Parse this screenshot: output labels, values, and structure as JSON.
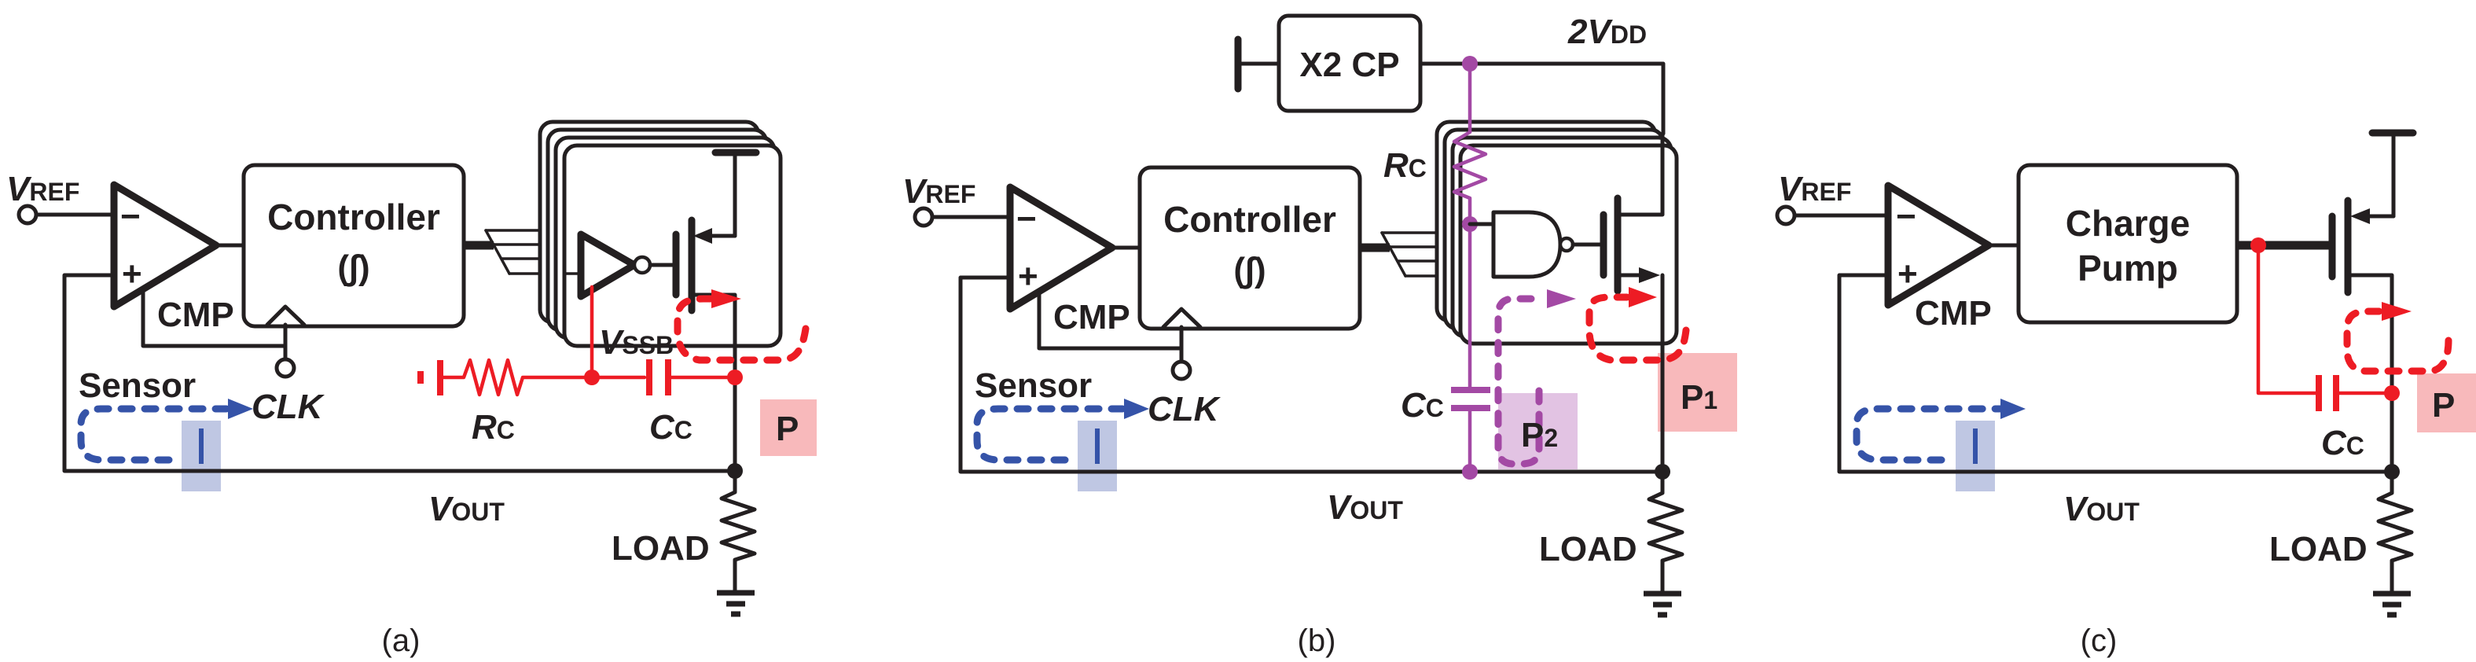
{
  "figure": {
    "colors": {
      "wire": "#231f20",
      "path_p": "#ed1c24",
      "path_p_fill": "#f8b9bb",
      "path_p2": "#a349a4",
      "path_p2_fill": "#e2c3e3",
      "path_i": "#3553a8",
      "path_i_fill": "#bfc7e3"
    },
    "panels": [
      {
        "caption": "(a)",
        "vref": {
          "main": "V",
          "sub": "REF"
        },
        "comparator": {
          "label": "CMP",
          "minus": "−",
          "plus": "+"
        },
        "controller": {
          "title": "Controller",
          "subtitle": "(∫)"
        },
        "clk": "CLK",
        "sensor": "Sensor",
        "vout": {
          "main": "V",
          "sub": "OUT"
        },
        "load": "LOAD",
        "vssb": {
          "main": "V",
          "sub": "SSB"
        },
        "rc": {
          "main": "R",
          "sub": "C"
        },
        "cc": {
          "main": "C",
          "sub": "C"
        },
        "pole_p": "P",
        "pole_i": "I"
      },
      {
        "caption": "(b)",
        "vref": {
          "main": "V",
          "sub": "REF"
        },
        "comparator": {
          "label": "CMP",
          "minus": "−",
          "plus": "+"
        },
        "controller": {
          "title": "Controller",
          "subtitle": "(∫)"
        },
        "clk": "CLK",
        "sensor": "Sensor",
        "vout": {
          "main": "V",
          "sub": "OUT"
        },
        "load": "LOAD",
        "charge_pump": "X2 CP",
        "supply": {
          "main": "2V",
          "sub": "DD"
        },
        "rc": {
          "main": "R",
          "sub": "C"
        },
        "cc": {
          "main": "C",
          "sub": "C"
        },
        "pole_p1": {
          "main": "P",
          "sub": "1"
        },
        "pole_p2": {
          "main": "P",
          "sub": "2"
        },
        "pole_i": "I"
      },
      {
        "caption": "(c)",
        "vref": {
          "main": "V",
          "sub": "REF"
        },
        "comparator": {
          "label": "CMP",
          "minus": "−",
          "plus": "+"
        },
        "charge_pump": {
          "line1": "Charge",
          "line2": "Pump"
        },
        "vout": {
          "main": "V",
          "sub": "OUT"
        },
        "load": "LOAD",
        "cc": {
          "main": "C",
          "sub": "C"
        },
        "pole_p": "P",
        "pole_i": "I"
      }
    ]
  }
}
